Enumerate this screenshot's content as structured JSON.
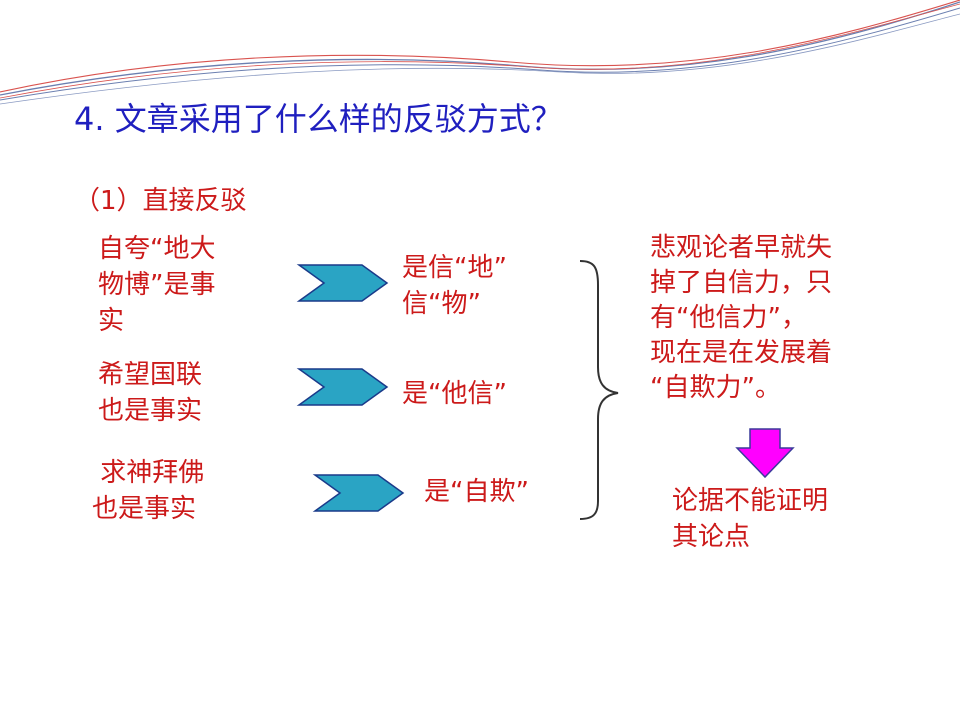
{
  "slide": {
    "title": "4. 文章采用了什么样的反驳方式？",
    "subtitle": "（1）直接反驳",
    "left_items": [
      {
        "lines": [
          "自夸“地大",
          "物博”是事",
          "实"
        ]
      },
      {
        "lines": [
          "希望国联",
          "也是事实"
        ]
      },
      {
        "lines": [
          " 求神拜佛",
          "也是事实"
        ]
      }
    ],
    "middle_items": [
      {
        "lines": [
          "是信“地”",
          "信“物”"
        ]
      },
      {
        "lines": [
          "是“他信”"
        ]
      },
      {
        "lines": [
          "是“自欺”"
        ]
      }
    ],
    "conclusion": {
      "lines": [
        "悲观论者早就失",
        "掉了自信力，只",
        "有“他信力”，",
        "现在是在发展着",
        "“自欺力”。"
      ]
    },
    "result": {
      "lines": [
        "论据不能证明",
        "其论点"
      ]
    }
  },
  "colors": {
    "title": "#1f1fbf",
    "text": "#cc1a1a",
    "chevron": "#2aa4c4",
    "down_arrow": "#ff00ff",
    "wave_red": "#d9534f",
    "wave_blue": "#6b7fb0"
  },
  "icons": {
    "chevron": "chevron-right-icon",
    "down_arrow": "arrow-down-icon",
    "brace": "right-brace"
  }
}
